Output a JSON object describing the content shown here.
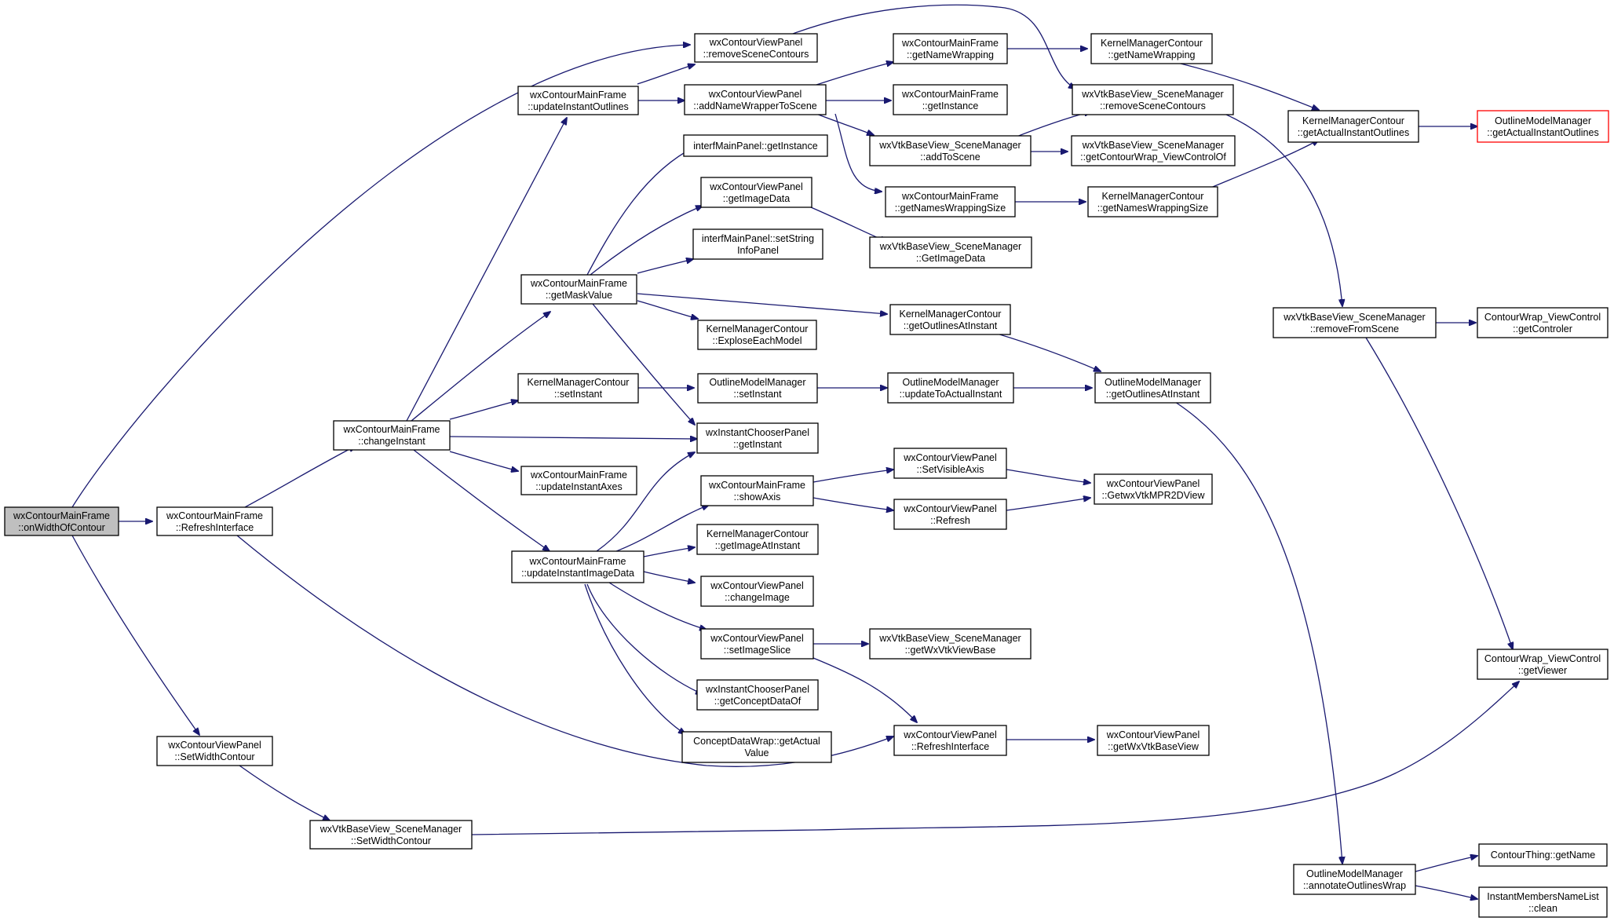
{
  "colors": {
    "edge": "#191970",
    "node_border": "#000000",
    "root_fill": "#bfbfbf",
    "highlight_border": "#ff0000",
    "background": "#ffffff"
  },
  "nodes": {
    "n_root": [
      "wxContourMainFrame",
      "::onWidthOfContour"
    ],
    "n_refresh_iface": [
      "wxContourMainFrame",
      "::RefreshInterface"
    ],
    "n_vp_setwidth": [
      "wxContourViewPanel",
      "::SetWidthContour"
    ],
    "n_sm_setwidth": [
      "wxVtkBaseView_SceneManager",
      "::SetWidthContour"
    ],
    "n_change_instant": [
      "wxContourMainFrame",
      "::changeInstant"
    ],
    "n_update_outlines": [
      "wxContourMainFrame",
      "::updateInstantOutlines"
    ],
    "n_get_mask": [
      "wxContourMainFrame",
      "::getMaskValue"
    ],
    "n_km_setinstant": [
      "KernelManagerContour",
      "::setInstant"
    ],
    "n_update_axes": [
      "wxContourMainFrame",
      "::updateInstantAxes"
    ],
    "n_update_imgdata": [
      "wxContourMainFrame",
      "::updateInstantImageData"
    ],
    "n_vp_remove_contours": [
      "wxContourViewPanel",
      "::removeSceneContours"
    ],
    "n_vp_add_name": [
      "wxContourViewPanel",
      "::addNameWrapperToScene"
    ],
    "n_imp_getinstance": [
      "interfMainPanel::getInstance"
    ],
    "n_vp_getimage": [
      "wxContourViewPanel",
      "::getImageData"
    ],
    "n_imp_setstring": [
      "interfMainPanel::setString",
      "InfoPanel"
    ],
    "n_km_explose": [
      "KernelManagerContour",
      "::ExploseEachModel"
    ],
    "n_om_setinstant": [
      "OutlineModelManager",
      "::setInstant"
    ],
    "n_icp_getinstant": [
      "wxInstantChooserPanel",
      "::getInstant"
    ],
    "n_show_axis": [
      "wxContourMainFrame",
      "::showAxis"
    ],
    "n_km_getimage": [
      "KernelManagerContour",
      "::getImageAtInstant"
    ],
    "n_vp_changeimage": [
      "wxContourViewPanel",
      "::changeImage"
    ],
    "n_vp_setslice": [
      "wxContourViewPanel",
      "::setImageSlice"
    ],
    "n_icp_concept": [
      "wxInstantChooserPanel",
      "::getConceptDataOf"
    ],
    "n_cdw_actual": [
      "ConceptDataWrap::getActual",
      "Value"
    ],
    "n_mf_getnamewrap": [
      "wxContourMainFrame",
      "::getNameWrapping"
    ],
    "n_mf_getinstance": [
      "wxContourMainFrame",
      "::getInstance"
    ],
    "n_sm_addscene": [
      "wxVtkBaseView_SceneManager",
      "::addToScene"
    ],
    "n_mf_getnamesize": [
      "wxContourMainFrame",
      "::getNamesWrappingSize"
    ],
    "n_sm_getimage": [
      "wxVtkBaseView_SceneManager",
      "::GetImageData"
    ],
    "n_km_outlines_at": [
      "KernelManagerContour",
      "::getOutlinesAtInstant"
    ],
    "n_om_update_actual": [
      "OutlineModelManager",
      "::updateToActualInstant"
    ],
    "n_vp_visibleaxis": [
      "wxContourViewPanel",
      "::SetVisibleAxis"
    ],
    "n_vp_refresh": [
      "wxContourViewPanel",
      "::Refresh"
    ],
    "n_sm_getwxvtk": [
      "wxVtkBaseView_SceneManager",
      "::getWxVtkViewBase"
    ],
    "n_vp_refresh_iface": [
      "wxContourViewPanel",
      "::RefreshInterface"
    ],
    "n_km_getnamewrap": [
      "KernelManagerContour",
      "::getNameWrapping"
    ],
    "n_sm_remove_contours": [
      "wxVtkBaseView_SceneManager",
      "::removeSceneContours"
    ],
    "n_sm_getcontourwrap": [
      "wxVtkBaseView_SceneManager",
      "::getContourWrap_ViewControlOf"
    ],
    "n_km_getnamesize": [
      "KernelManagerContour",
      "::getNamesWrappingSize"
    ],
    "n_om_outlines_at": [
      "OutlineModelManager",
      "::getOutlinesAtInstant"
    ],
    "n_vp_getmpr": [
      "wxContourViewPanel",
      "::GetwxVtkMPR2DView"
    ],
    "n_vp_getbaseview": [
      "wxContourViewPanel",
      "::getWxVtkBaseView"
    ],
    "n_km_actual_outlines": [
      "KernelManagerContour",
      "::getActualInstantOutlines"
    ],
    "n_sm_removefromscene": [
      "wxVtkBaseView_SceneManager",
      "::removeFromScene"
    ],
    "n_om_annotate": [
      "OutlineModelManager",
      "::annotateOutlinesWrap"
    ],
    "n_om_actual_outlines": [
      "OutlineModelManager",
      "::getActualInstantOutlines"
    ],
    "n_cw_getcontroler": [
      "ContourWrap_ViewControl",
      "::getControler"
    ],
    "n_cw_getviewer": [
      "ContourWrap_ViewControl",
      "::getViewer"
    ],
    "n_ct_getname": [
      "ContourThing::getName"
    ],
    "n_imnl_clean": [
      "InstantMembersNameList",
      "::clean"
    ]
  }
}
